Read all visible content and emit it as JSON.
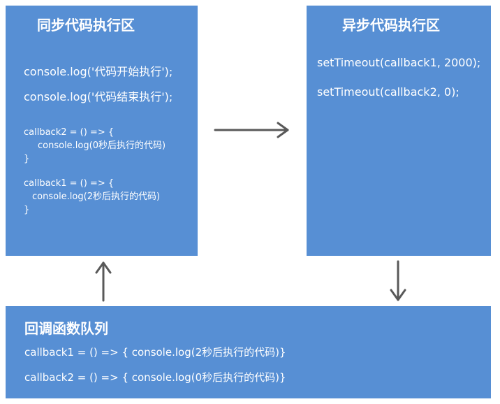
{
  "sync": {
    "title": "同步代码执行区",
    "lines": [
      "console.log('代码开始执行');",
      "console.log('代码结束执行');"
    ],
    "callback2": [
      "callback2 = () => {",
      "  console.log(0秒后执行的代码)",
      "}"
    ],
    "callback1": [
      "callback1 = () => {",
      "  console.log(2秒后执行的代码)",
      "}"
    ]
  },
  "async": {
    "title": "异步代码执行区",
    "lines": [
      "setTimeout(callback1, 2000);",
      "setTimeout(callback2, 0);"
    ]
  },
  "queue": {
    "title": "回调函数队列",
    "lines": [
      "callback1 = () => { console.log(2秒后执行的代码)}",
      "callback2 = () => { console.log(0秒后执行的代码)}"
    ]
  },
  "colors": {
    "box": "#578fd4",
    "text": "#ffffff",
    "arrow": "#595959"
  }
}
